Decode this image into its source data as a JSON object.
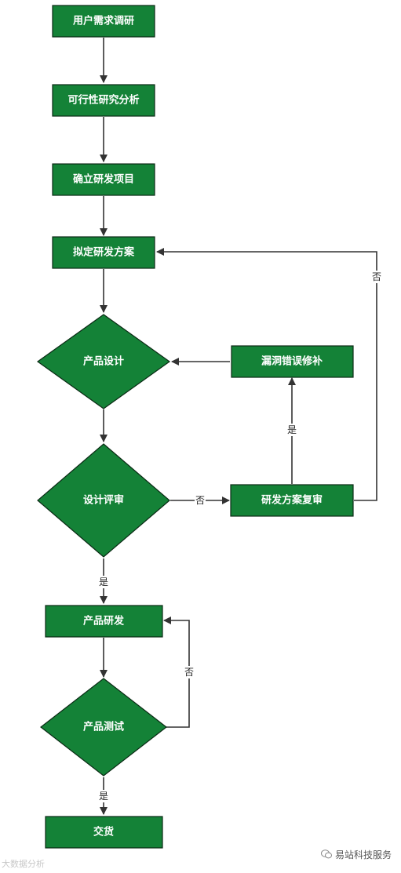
{
  "nodes": {
    "user_research": "用户需求调研",
    "feasibility": "可行性研究分析",
    "establish": "确立研发项目",
    "plan": "拟定研发方案",
    "product_design": "产品设计",
    "bug_fix": "漏洞错误修补",
    "design_review": "设计评审",
    "plan_review": "研发方案复审",
    "product_dev": "产品研发",
    "product_test": "产品测试",
    "delivery": "交货"
  },
  "edge_labels": {
    "plan_review_to_plan_no": "否",
    "plan_review_to_fix_yes": "是",
    "design_review_no": "否",
    "design_review_yes": "是",
    "test_no": "否",
    "test_yes": "是"
  },
  "colors": {
    "node_fill": "#148237",
    "node_stroke": "#0a2a14",
    "edge": "#333333"
  },
  "watermark_left": "大数据分析",
  "watermark_right": "易站科技服务",
  "watermark_right_icon": "wechat-icon"
}
